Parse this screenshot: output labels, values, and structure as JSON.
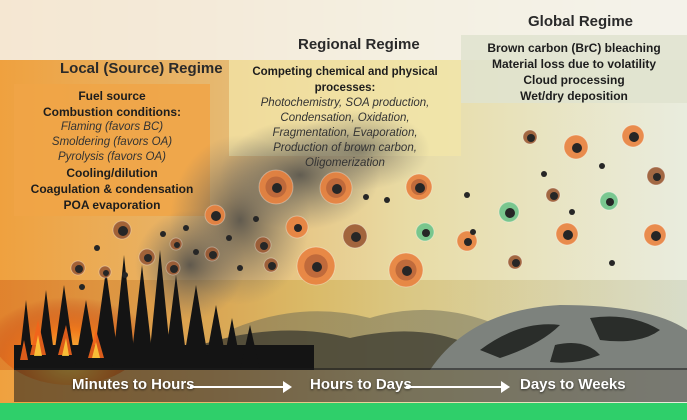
{
  "regimes": {
    "local": {
      "title": "Local (Source) Regime",
      "lines": [
        {
          "text": "Fuel source",
          "style": "b"
        },
        {
          "text": "Combustion conditions:",
          "style": "b"
        },
        {
          "text": "Flaming (favors BC)",
          "style": "it"
        },
        {
          "text": "Smoldering (favors OA)",
          "style": "it"
        },
        {
          "text": "Pyrolysis (favors OA)",
          "style": "it"
        },
        {
          "text": "Cooling/dilution",
          "style": "b"
        },
        {
          "text": "Coagulation & condensation",
          "style": "b"
        },
        {
          "text": "POA evaporation",
          "style": "b"
        }
      ]
    },
    "regional": {
      "title": "Regional Regime",
      "heading": "Competing chemical and physical processes:",
      "lines": [
        "Photochemistry, SOA production,",
        "Condensation, Oxidation,",
        "Fragmentation, Evaporation,",
        "Production of brown carbon,",
        "Oligomerization"
      ]
    },
    "global": {
      "title": "Global Regime",
      "lines": [
        "Brown carbon (BrC) bleaching",
        "Material loss due to volatility",
        "Cloud processing",
        "Wet/dry deposition"
      ]
    }
  },
  "timeline": {
    "label_1": "Minutes to Hours",
    "label_2": "Hours to Days",
    "label_3": "Days to Weeks"
  },
  "colors": {
    "local_panel": "#f0a446",
    "regional_panel": "#f3e6a8",
    "global_panel": "#e6e9d8",
    "timeline_green": "#2fcf6a",
    "particle_core": "#262626",
    "particle_shell_orange": "#e9823f",
    "particle_shell_brown": "#9b5a34",
    "particle_shell_green": "#6ec48a"
  }
}
